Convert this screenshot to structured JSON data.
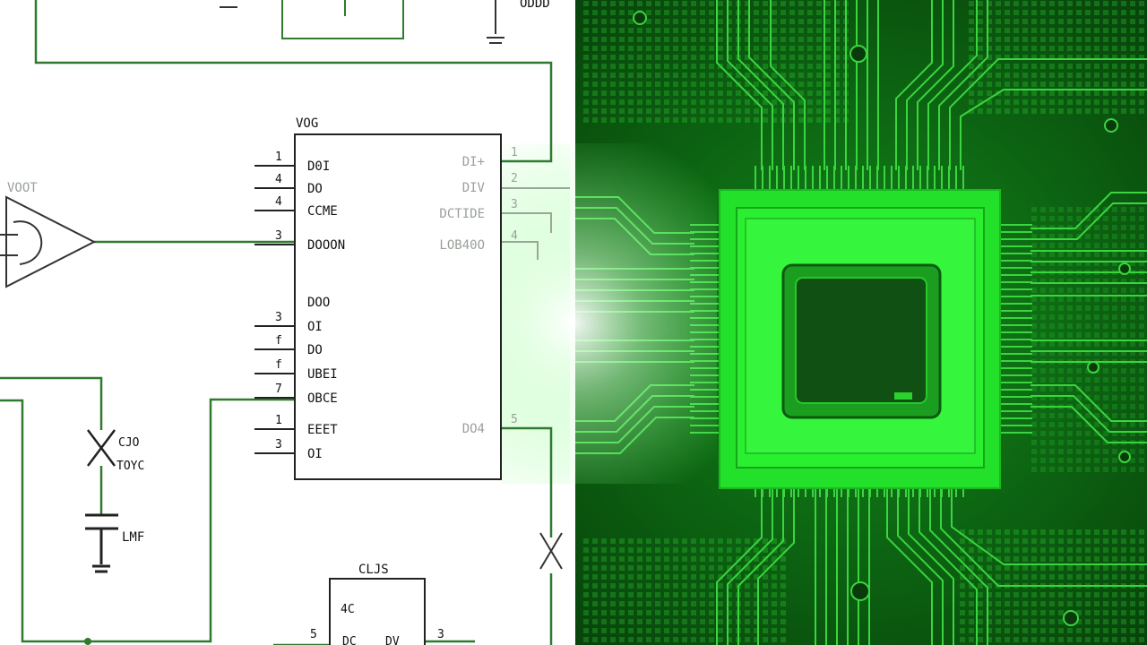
{
  "schematic": {
    "ic_main": {
      "title": "VOG",
      "left_pins": [
        {
          "num": "1",
          "label": "D0I"
        },
        {
          "num": "4",
          "label": "DO"
        },
        {
          "num": "4",
          "label": "CCME"
        },
        {
          "num": "3",
          "label": "DOOON"
        },
        {
          "num": "",
          "label": "DOO"
        },
        {
          "num": "3",
          "label": "OI"
        },
        {
          "num": "f",
          "label": "DO"
        },
        {
          "num": "f",
          "label": "UBEI"
        },
        {
          "num": "7",
          "label": "OBCE"
        },
        {
          "num": "1",
          "label": "EEET"
        },
        {
          "num": "3",
          "label": "OI"
        }
      ],
      "right_pins": [
        {
          "num": "1",
          "label": "DI+"
        },
        {
          "num": "2",
          "label": "DIV"
        },
        {
          "num": "3",
          "label": "DCTIDE"
        },
        {
          "num": "4",
          "label": "LOB40O"
        },
        {
          "num": "5",
          "label": "DO4"
        }
      ]
    },
    "amp_label": "VOOT",
    "crystal": {
      "label1": "CJO",
      "label2": "TOYC"
    },
    "cap_label": "LMF",
    "ic_bottom": {
      "title": "CLJS",
      "pin1": "4C",
      "pin2": "DC",
      "pin3": "DV",
      "num_left": "5",
      "num_right": "3"
    },
    "top_label": "ODDD"
  },
  "pcb": {
    "description_colors": {
      "chip": "#23e02a",
      "board": "#0b5e10",
      "trace": "#33c93a",
      "die": "#105012"
    }
  }
}
